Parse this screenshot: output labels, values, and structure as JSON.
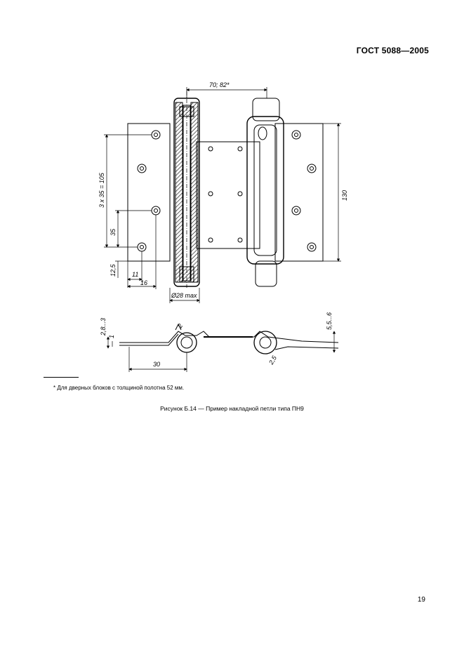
{
  "header": {
    "standard": "ГОСТ 5088—2005"
  },
  "figure": {
    "dimensions": {
      "width_top": "70; 82*",
      "pitch": "3 x 35 = 105",
      "pitch_single": "35",
      "height": "130",
      "edge_offset": "12,5",
      "hole_offset_11": "11",
      "hole_offset_16": "16",
      "diameter": "Ø28 max",
      "thickness_a": "2,8...3",
      "thickness_b": "1",
      "thickness_c": "5,5...6",
      "side_length": "30",
      "small_a": "2",
      "small_b": "2,5"
    }
  },
  "footnote": "* Для дверных блоков с толщиной полотна 52 мм.",
  "caption": "Рисунок Б.14 — Пример накладной петли типа ПН9",
  "page_number": "19"
}
